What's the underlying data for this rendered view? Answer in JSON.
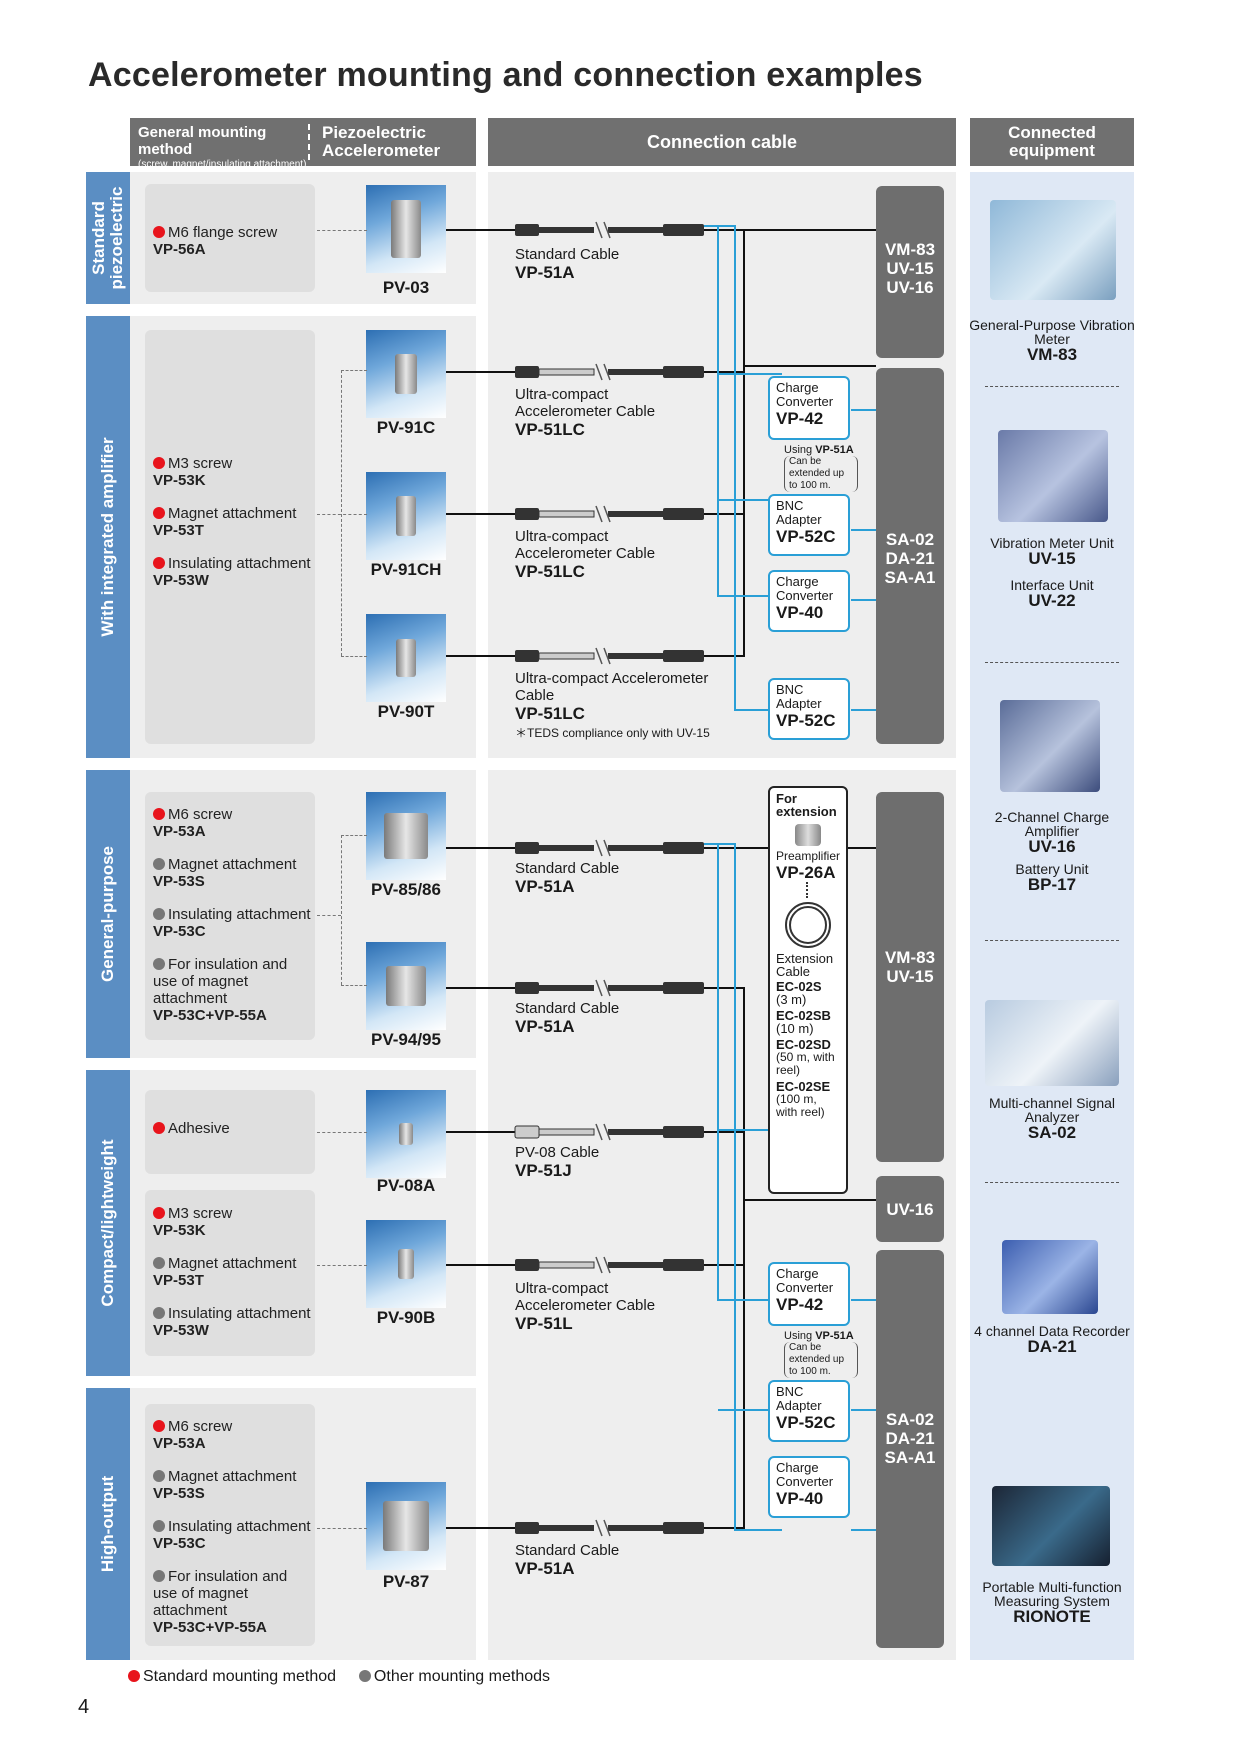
{
  "page": {
    "title": "Accelerometer mounting and connection examples",
    "page_number": "4"
  },
  "headers": {
    "mount_title": "General mounting method",
    "mount_sub": "(screw, magnet/insulating attachment)",
    "accel": "Piezoelectric Accelerometer",
    "cable": "Connection cable",
    "equip": "Connected equipment"
  },
  "sections": {
    "standard": "Standard piezoelectric",
    "integrated": "With integrated amplifier",
    "general": "General-purpose",
    "compact": "Compact/lightweight",
    "highout": "High-output"
  },
  "mounting": {
    "s1": [
      {
        "t": "M6 flange screw",
        "c": "VP-56A",
        "std": true
      }
    ],
    "s2": [
      {
        "t": "M3 screw",
        "c": "VP-53K",
        "std": true
      },
      {
        "t": "Magnet attachment",
        "c": "VP-53T",
        "std": true
      },
      {
        "t": "Insulating attachment",
        "c": "VP-53W",
        "std": true
      }
    ],
    "s3": [
      {
        "t": "M6 screw",
        "c": "VP-53A",
        "std": true
      },
      {
        "t": "Magnet attachment",
        "c": "VP-53S",
        "std": false
      },
      {
        "t": "Insulating attachment",
        "c": "VP-53C",
        "std": false
      },
      {
        "t": "For insulation and use of magnet attachment",
        "c": "VP-53C+VP-55A",
        "std": false
      }
    ],
    "s4a": [
      {
        "t": "Adhesive",
        "c": "",
        "std": true
      }
    ],
    "s4b": [
      {
        "t": "M3 screw",
        "c": "VP-53K",
        "std": true
      },
      {
        "t": "Magnet attachment",
        "c": "VP-53T",
        "std": false
      },
      {
        "t": "Insulating attachment",
        "c": "VP-53W",
        "std": false
      }
    ],
    "s5": [
      {
        "t": "M6 screw",
        "c": "VP-53A",
        "std": true
      },
      {
        "t": "Magnet attachment",
        "c": "VP-53S",
        "std": false
      },
      {
        "t": "Insulating attachment",
        "c": "VP-53C",
        "std": false
      },
      {
        "t": "For insulation and use of magnet attachment",
        "c": "VP-53C+VP-55A",
        "std": false
      }
    ]
  },
  "sensors": [
    "PV-03",
    "PV-91C",
    "PV-91CH",
    "PV-90T",
    "PV-85/86",
    "PV-94/95",
    "PV-08A",
    "PV-90B",
    "PV-87"
  ],
  "cables": [
    {
      "t": "Standard Cable",
      "c": "VP-51A"
    },
    {
      "t": "Ultra-compact Accelerometer Cable",
      "c": "VP-51LC"
    },
    {
      "t": "Ultra-compact Accelerometer Cable",
      "c": "VP-51LC"
    },
    {
      "t": "Ultra-compact Accelerometer Cable",
      "c": "VP-51LC",
      "note": "＊TEDS compliance only with UV-15"
    },
    {
      "t": "Standard Cable",
      "c": "VP-51A"
    },
    {
      "t": "Standard Cable",
      "c": "VP-51A"
    },
    {
      "t": "PV-08 Cable",
      "c": "VP-51J"
    },
    {
      "t": "Ultra-compact Accelerometer Cable",
      "c": "VP-51L"
    },
    {
      "t": "Standard Cable",
      "c": "VP-51A"
    }
  ],
  "devices": {
    "cc": "Charge Converter",
    "bnc": "BNC Adapter",
    "vp42": "VP-42",
    "vp40": "VP-40",
    "vp52c": "VP-52C",
    "using": "Using",
    "using_code": "VP-51A",
    "extend": "Can be extended up to 100 m."
  },
  "extension": {
    "title": "For extension",
    "pre": "Preamplifier",
    "pre_code": "VP-26A",
    "ext": "Extension Cable",
    "items": [
      {
        "c": "EC-02S",
        "d": "(3 m)"
      },
      {
        "c": "EC-02SB",
        "d": "(10 m)"
      },
      {
        "c": "EC-02SD",
        "d": "(50 m, with reel)"
      },
      {
        "c": "EC-02SE",
        "d": "(100 m, with reel)"
      }
    ]
  },
  "equipment_bars": {
    "b1": [
      "VM-83",
      "UV-15",
      "UV-16"
    ],
    "b2": [
      "SA-02",
      "DA-21",
      "SA-A1"
    ],
    "b3": [
      "VM-83",
      "UV-15"
    ],
    "b4": [
      "UV-16"
    ],
    "b5": [
      "SA-02",
      "DA-21",
      "SA-A1"
    ]
  },
  "equipment": [
    {
      "t": "General-Purpose Vibration Meter",
      "c": "VM-83"
    },
    {
      "t": "Vibration Meter Unit",
      "c": "UV-15",
      "t2": "Interface Unit",
      "c2": "UV-22"
    },
    {
      "t": "2-Channel Charge Amplifier",
      "c": "UV-16",
      "t2": "Battery Unit",
      "c2": "BP-17"
    },
    {
      "t": "Multi-channel Signal Analyzer",
      "c": "SA-02"
    },
    {
      "t": "4 channel Data Recorder",
      "c": "DA-21"
    },
    {
      "t": "Portable Multi-function Measuring System",
      "c": "RIONOTE"
    }
  ],
  "legend": {
    "std": "Standard mounting method",
    "other": "Other mounting methods"
  },
  "colors": {
    "sidebar": "#5b8ec3",
    "header": "#707070",
    "standard_dot": "#e8141c",
    "other_dot": "#777777",
    "line_blue": "#2a9fd6"
  }
}
